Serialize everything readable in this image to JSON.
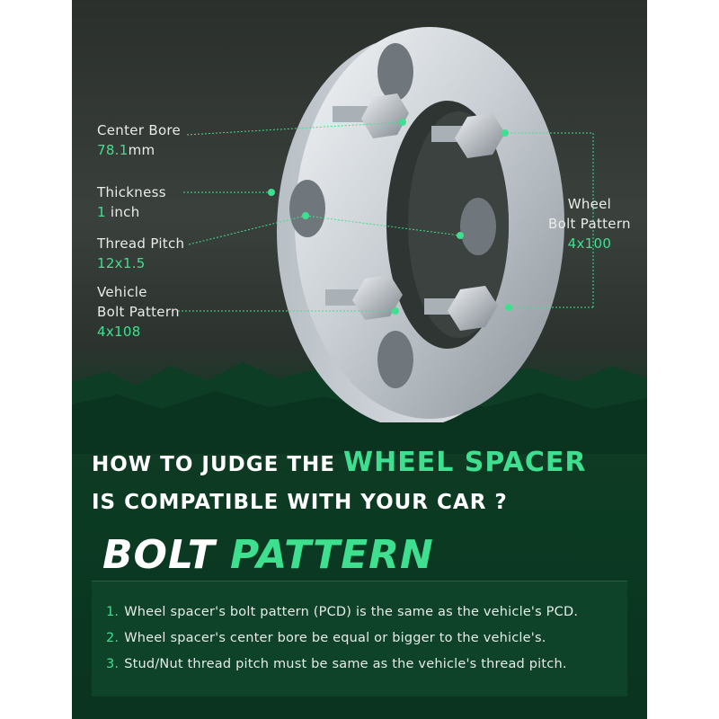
{
  "callouts": {
    "center_bore": {
      "label": "Center Bore",
      "value": "78.1",
      "unit": "mm"
    },
    "thickness": {
      "label": "Thickness",
      "value": "1",
      "unit": " inch"
    },
    "thread_pitch": {
      "label": "Thread Pitch",
      "value": "12x1.5"
    },
    "vehicle_bolt_pattern": {
      "label_line1": "Vehicle",
      "label_line2": "Bolt Pattern",
      "value": "4x108"
    },
    "wheel_bolt_pattern": {
      "label_line1": "Wheel",
      "label_line2": "Bolt Pattern",
      "value": "4x100"
    }
  },
  "headline": {
    "line1_prefix": "HOW TO JUDGE THE ",
    "line1_highlight": "WHEEL SPACER",
    "line2": "IS COMPATIBLE WITH YOUR CAR ?"
  },
  "section": {
    "title_white": "BOLT ",
    "title_green": "PATTERN"
  },
  "rules": [
    {
      "num": "1.",
      "text": "Wheel spacer's bolt pattern (PCD) is the same as the vehicle's PCD."
    },
    {
      "num": "2.",
      "text": "Wheel spacer's center bore be equal or bigger to the vehicle's."
    },
    {
      "num": "3.",
      "text": "Stud/Nut thread pitch must be same as the vehicle's thread pitch."
    }
  ],
  "colors": {
    "accent": "#3ee08f",
    "background_dark": "#2a2f2c",
    "background_green": "#0b3a22",
    "panel": "#10462c"
  }
}
